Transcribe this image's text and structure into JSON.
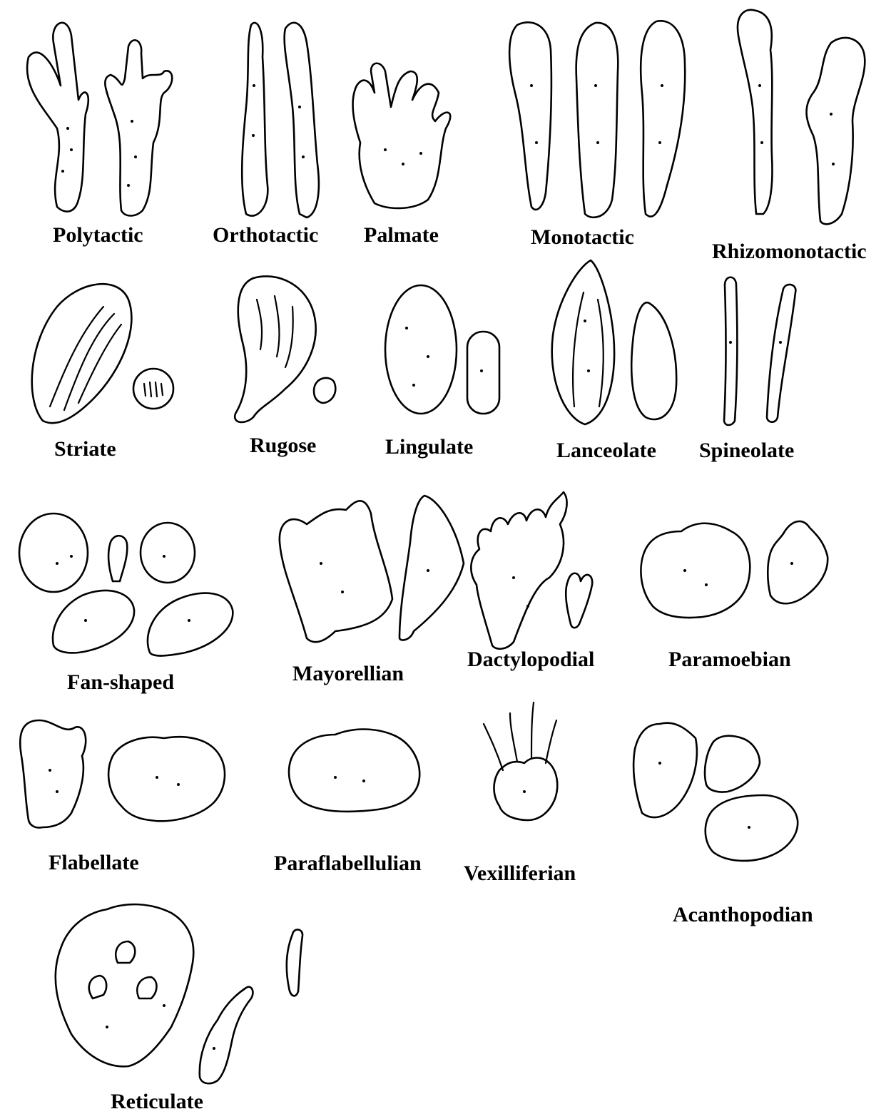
{
  "labels": {
    "polytactic": "Polytactic",
    "orthotactic": "Orthotactic",
    "palmate": "Palmate",
    "monotactic": "Monotactic",
    "rhizomonotactic": "Rhizomonotactic",
    "striate": "Striate",
    "rugose": "Rugose",
    "lingulate": "Lingulate",
    "lanceolate": "Lanceolate",
    "spineolate": "Spineolate",
    "fan_shaped": "Fan-shaped",
    "mayorellian": "Mayorellian",
    "dactylopodial": "Dactylopodial",
    "paramoebian": "Paramoebian",
    "flabellate": "Flabellate",
    "paraflabellulian": "Paraflabellulian",
    "vexilliferian": "Vexilliferian",
    "acanthopodian": "Acanthopodian",
    "reticulate": "Reticulate"
  },
  "colors": {
    "ink": "#000000",
    "paper": "#ffffff"
  }
}
